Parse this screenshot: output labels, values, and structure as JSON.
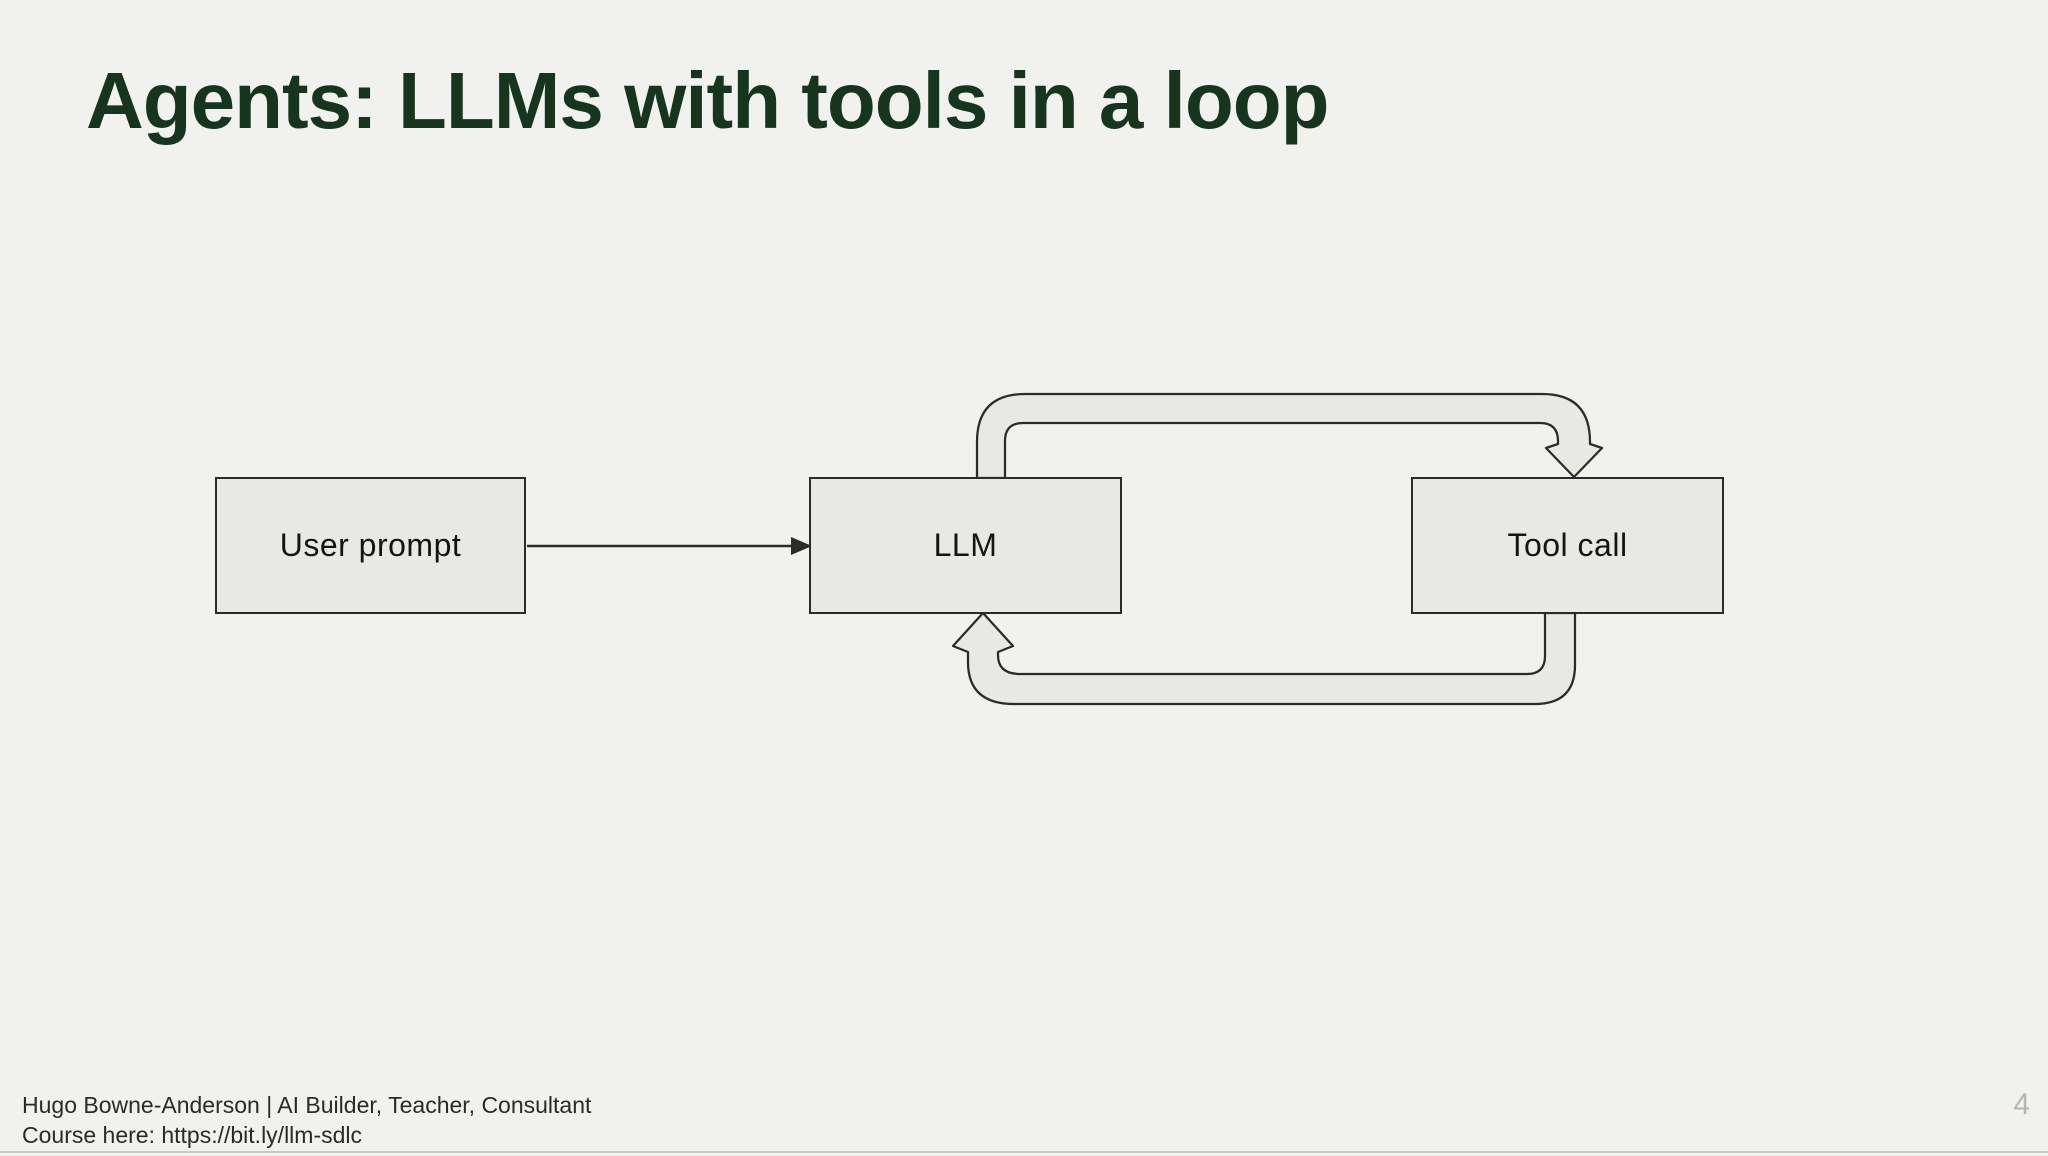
{
  "slide": {
    "title": "Agents: LLMs with tools in a loop",
    "page_number": "4"
  },
  "footer": {
    "author_line": "Hugo Bowne-Anderson | AI Builder, Teacher, Consultant",
    "course_prefix": "Course here: ",
    "course_url": "https://bit.ly/llm-sdlc"
  },
  "diagram": {
    "nodes": [
      {
        "id": "user-prompt",
        "label": "User prompt"
      },
      {
        "id": "llm",
        "label": "LLM"
      },
      {
        "id": "tool-call",
        "label": "Tool call"
      }
    ],
    "edges": [
      {
        "from": "user-prompt",
        "to": "llm",
        "style": "thin-arrow"
      },
      {
        "from": "llm",
        "to": "tool-call",
        "style": "thick-loop-over-top"
      },
      {
        "from": "tool-call",
        "to": "llm",
        "style": "thick-loop-under-bottom"
      }
    ]
  },
  "colors": {
    "background": "#f1f1ed",
    "node_fill": "#e9e9e4",
    "node_border": "#2b2b2b",
    "connector": "#2b2b2b",
    "title": "#17341f",
    "footer_text": "#2a2a2a",
    "page_number": "#b5b5b1",
    "bottom_edge": "#c7c7c3"
  }
}
